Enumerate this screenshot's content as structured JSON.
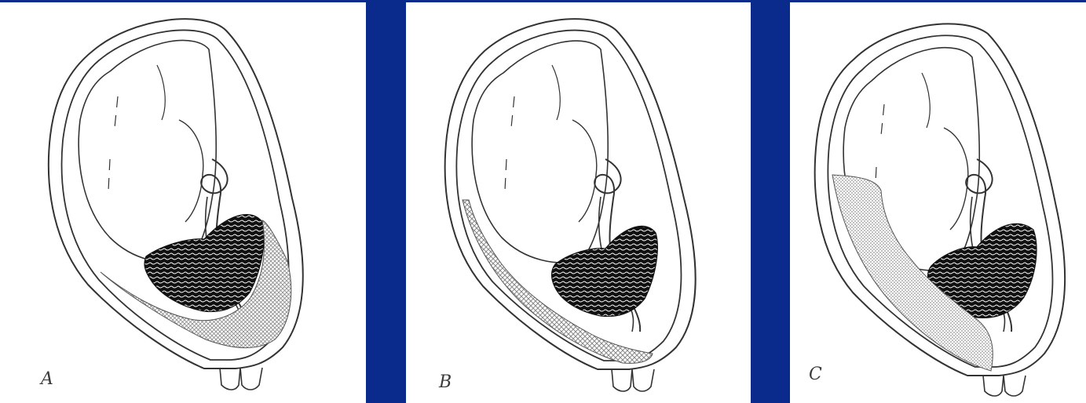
{
  "panels": [
    {
      "id": "A",
      "label": "A"
    },
    {
      "id": "B",
      "label": "B"
    },
    {
      "id": "C",
      "label": "C"
    }
  ],
  "colors": {
    "background": "#0a2a8c",
    "panel": "#ffffff",
    "line": "#333333",
    "placenta": "#141414",
    "hatch": "#9a9a9a"
  }
}
